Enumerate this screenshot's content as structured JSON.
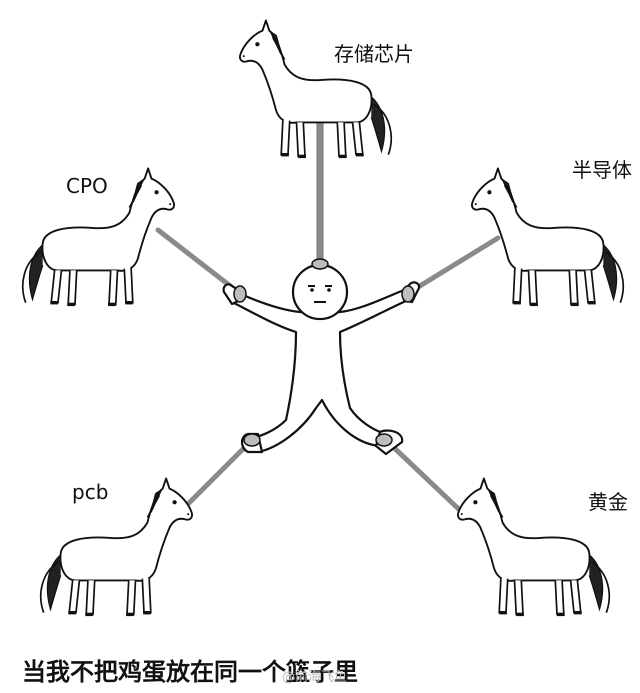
{
  "labels": {
    "top": "存储芯片",
    "upper_left": "CPO",
    "upper_right": "半导体",
    "lower_left": "pcb",
    "lower_right": "黄金"
  },
  "caption": "当我不把鸡蛋放在同一个篮子里",
  "watermark": "@前海飞鱼",
  "colors": {
    "line": "#1a1a1a",
    "rope": "#8a8a8a",
    "background": "#ffffff"
  }
}
